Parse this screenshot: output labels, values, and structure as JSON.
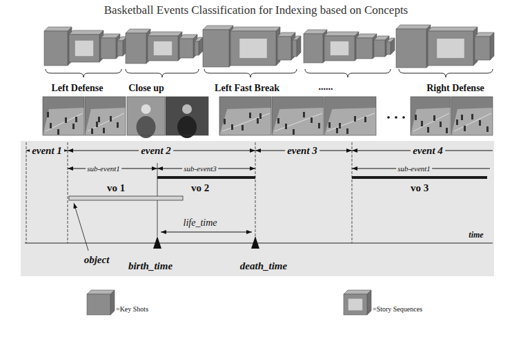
{
  "diagram": {
    "title": "Basketball Events Classification for Indexing based on Concepts",
    "labels": [
      "Left Defense",
      "Close up",
      "Left Fast Break",
      "......",
      "Right Defense",
      "event 1",
      "event 2",
      "event 3",
      "event 4",
      "sub-event1",
      "sub-event3",
      "sub-event1",
      "vo 1",
      "vo 2",
      "vo 3",
      "object",
      "life_time",
      "birth_time",
      "death_time",
      "time"
    ],
    "legend": [
      {
        "text": "=Key Shots"
      },
      {
        "text": "=Story Sequences"
      }
    ]
  }
}
